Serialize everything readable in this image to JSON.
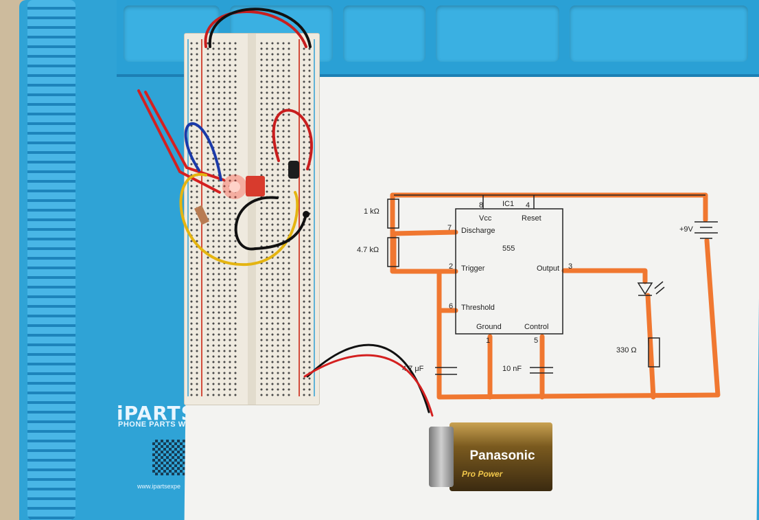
{
  "schematic": {
    "ic_label": "IC1",
    "ic_name": "555",
    "pins": {
      "vcc": "Vcc",
      "reset": "Reset",
      "discharge": "Discharge",
      "trigger": "Trigger",
      "threshold": "Threshold",
      "output": "Output",
      "ground": "Ground",
      "control": "Control"
    },
    "pin_numbers": {
      "p8": "8",
      "p4": "4",
      "p7": "7",
      "p2": "2",
      "p3": "3",
      "p6": "6",
      "p1": "1",
      "p5": "5"
    },
    "components": {
      "r1": "1 kΩ",
      "r2": "4.7 kΩ",
      "r3": "330 Ω",
      "c1": "4.7 μF",
      "c2": "10 nF",
      "supply": "+9V"
    }
  },
  "mat": {
    "brand": "iPARTS EX",
    "subtitle": "PHONE PARTS W",
    "url": "www.ipartsexpe"
  },
  "battery": {
    "brand": "Panasonic",
    "line": "Pro Power"
  },
  "colors": {
    "trace": "#f06a1c",
    "mat": "#2fa3d6",
    "led_glow": "#ff3b2a"
  }
}
